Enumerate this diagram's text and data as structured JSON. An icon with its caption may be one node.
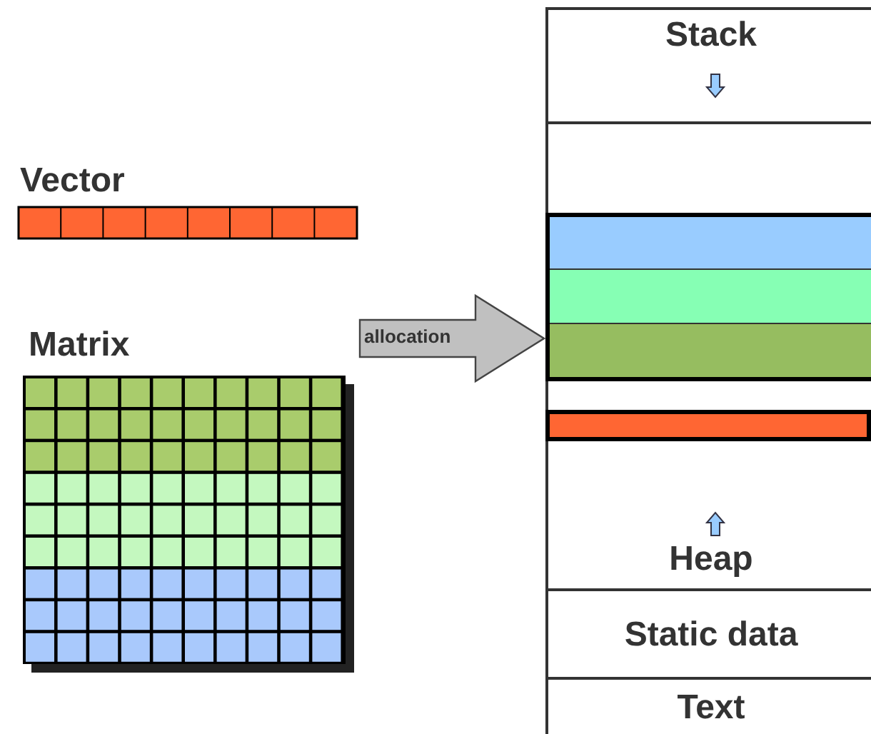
{
  "diagram": {
    "nodes": [
      {
        "text": [
          "Vector"
        ]
      },
      {
        "text": [
          "Matrix"
        ]
      },
      {
        "text": [],
        "shape": "box"
      },
      {
        "text": [
          "Stack"
        ],
        "in": 2
      },
      {
        "text": [
          "Heap"
        ],
        "in": 2
      },
      {
        "text": [],
        "shape": "box",
        "in": 4
      },
      {
        "text": [],
        "shape": "bar",
        "in": 5
      },
      {
        "text": [],
        "shape": "bar",
        "in": 5
      },
      {
        "text": [],
        "shape": "bar",
        "in": 5
      },
      {
        "text": [],
        "shape": "bar",
        "in": 4
      },
      {
        "text": [
          "Static data"
        ],
        "in": 2
      },
      {
        "text": [
          "Text"
        ],
        "in": 2
      }
    ],
    "edges": [
      {
        "from": 1,
        "to": 2,
        "arrow": "to",
        "label": "allocation"
      }
    ]
  }
}
